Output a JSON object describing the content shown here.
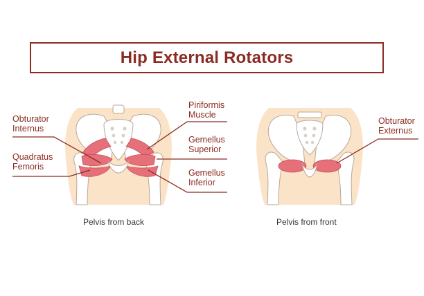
{
  "title": "Hip External Rotators",
  "labels": {
    "obturator_internus": "Obturator\nInternus",
    "quadratus_femoris": "Quadratus\nFemoris",
    "piriformis": "Piriformis\nMuscle",
    "gemellus_superior": "Gemellus\nSuperior",
    "gemellus_inferior": "Gemellus\nInferior",
    "obturator_externus": "Obturator\nExternus"
  },
  "captions": {
    "back": "Pelvis from back",
    "front": "Pelvis from front"
  },
  "colors": {
    "accent": "#8b2b22",
    "skin": "#fbe3c8",
    "bone": "#ffffff",
    "bone_outline": "#b8a89a",
    "muscle": "#e5707a"
  }
}
